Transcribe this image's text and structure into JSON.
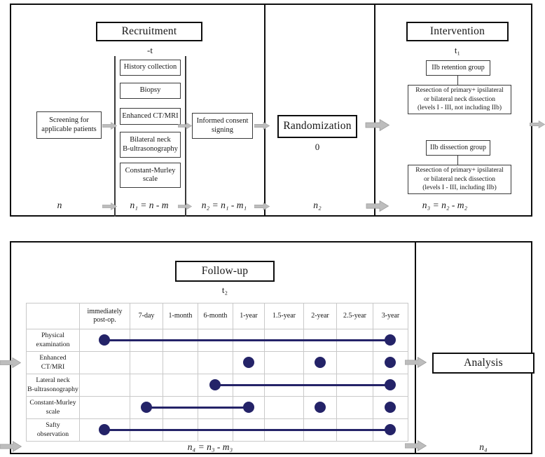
{
  "colors": {
    "navy": "#242368",
    "arrow_fill": "#bdbdbd",
    "arrow_stroke": "#9e9e9e",
    "grid_line": "#c9c9c9"
  },
  "top_panel": {
    "recruitment": {
      "title": "Recruitment",
      "time_label": "-t",
      "screening_box": "Screening for\napplicable patients",
      "battery": [
        "History collection",
        "Biopsy",
        "Enhanced CT/MRI",
        "Bilateral neck\nB-ultrasonography",
        "Constant-Murley\nscale"
      ],
      "informed_box": "Informed consent\nsigning",
      "count_n": "n",
      "count_n1": "n₁ = n - m",
      "count_n2": "n₂ = n₁ - m₁"
    },
    "randomization": {
      "title": "Randomization",
      "time_label": "0",
      "count": "n₂"
    },
    "intervention": {
      "title": "Intervention",
      "time_label": "t₁",
      "retention_group": "IIb retention group",
      "retention_detail": "Resection of primary+ ipsilateral\nor bilateral neck dissection\n(levels I - III, not including IIb)",
      "dissection_group": "IIb dissection group",
      "dissection_detail": "Resection of primary+ ipsilateral\nor bilateral neck dissection\n(levels I - III, including IIb)",
      "count": "n₃ = n₂ - m₂"
    }
  },
  "bottom_panel": {
    "followup": {
      "title": "Follow-up",
      "time_label": "t₂",
      "count": "n₄ = n₃ - m₃"
    },
    "analysis": {
      "title": "Analysis",
      "count": "n₄"
    }
  },
  "chart_data": {
    "type": "table",
    "title": "Follow-up assessment schedule",
    "columns": [
      "immediately\npost-op.",
      "7-day",
      "1-month",
      "6-month",
      "1-year",
      "1.5-year",
      "2-year",
      "2.5-year",
      "3-year"
    ],
    "rows": [
      {
        "label": "Physical\nexamination",
        "dots": [
          "immediately\npost-op.",
          "3-year"
        ],
        "span": [
          "immediately\npost-op.",
          "3-year"
        ]
      },
      {
        "label": "Enhanced\nCT/MRI",
        "dots": [
          "1-year",
          "2-year",
          "3-year"
        ],
        "span": null
      },
      {
        "label": "Lateral neck\nB-ultrasonography",
        "dots": [
          "6-month",
          "3-year"
        ],
        "span": [
          "6-month",
          "3-year"
        ]
      },
      {
        "label": "Constant-Murley\nscale",
        "dots": [
          "7-day",
          "1-year",
          "2-year",
          "3-year"
        ],
        "span": [
          "7-day",
          "1-year"
        ]
      },
      {
        "label": "Safty\nobservation",
        "dots": [
          "immediately\npost-op.",
          "3-year"
        ],
        "span": [
          "immediately\npost-op.",
          "3-year"
        ]
      }
    ]
  }
}
